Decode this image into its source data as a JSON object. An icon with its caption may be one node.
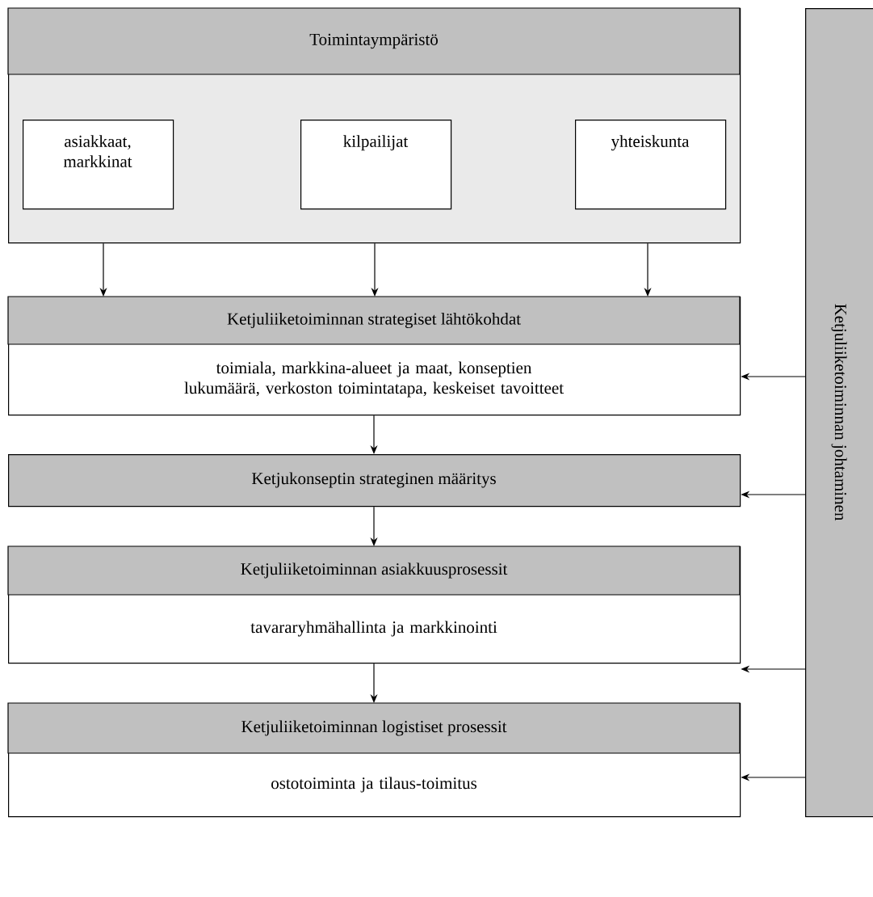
{
  "diagram": {
    "nodes": [
      {
        "text": [
          "Toimintaympäristö"
        ]
      },
      {
        "text": [
          "asiakkaat, markkinat"
        ],
        "in": 0
      },
      {
        "text": [
          "kilpailijat"
        ],
        "in": 0
      },
      {
        "text": [
          "yhteiskunta"
        ],
        "in": 0
      },
      {
        "text": [
          "Ketjuliiketoiminnan strategiset lähtökohdat",
          "toimiala, markkina-alueet ja maat, konseptien lukumäärä, verkoston toimintatapa, keskeiset tavoitteet"
        ]
      },
      {
        "text": [
          "Ketjukonseptin strateginen määritys"
        ]
      },
      {
        "text": [
          "Ketjuliiketoiminnan asiakkuusprosessit",
          "tavararyhmähallinta ja markkinointi"
        ]
      },
      {
        "text": [
          "Ketjuliiketoiminnan logistiset prosessit",
          "ostotoiminta ja tilaus-toimitus"
        ]
      },
      {
        "text": [
          "Ketjuliiketoiminnan johtaminen"
        ]
      }
    ],
    "edges": [
      {
        "from": 0,
        "to": 4,
        "arrow": "to"
      },
      {
        "from": 0,
        "to": 4,
        "arrow": "to"
      },
      {
        "from": 0,
        "to": 4,
        "arrow": "to"
      },
      {
        "from": 4,
        "to": 5,
        "arrow": "to"
      },
      {
        "from": 5,
        "to": 6,
        "arrow": "to"
      },
      {
        "from": 6,
        "to": 7,
        "arrow": "to"
      },
      {
        "from": 8,
        "to": 4,
        "arrow": "to"
      },
      {
        "from": 8,
        "to": 5,
        "arrow": "to"
      },
      {
        "from": 8,
        "to": 6,
        "arrow": "to"
      },
      {
        "from": 8,
        "to": 7,
        "arrow": "to"
      }
    ]
  }
}
